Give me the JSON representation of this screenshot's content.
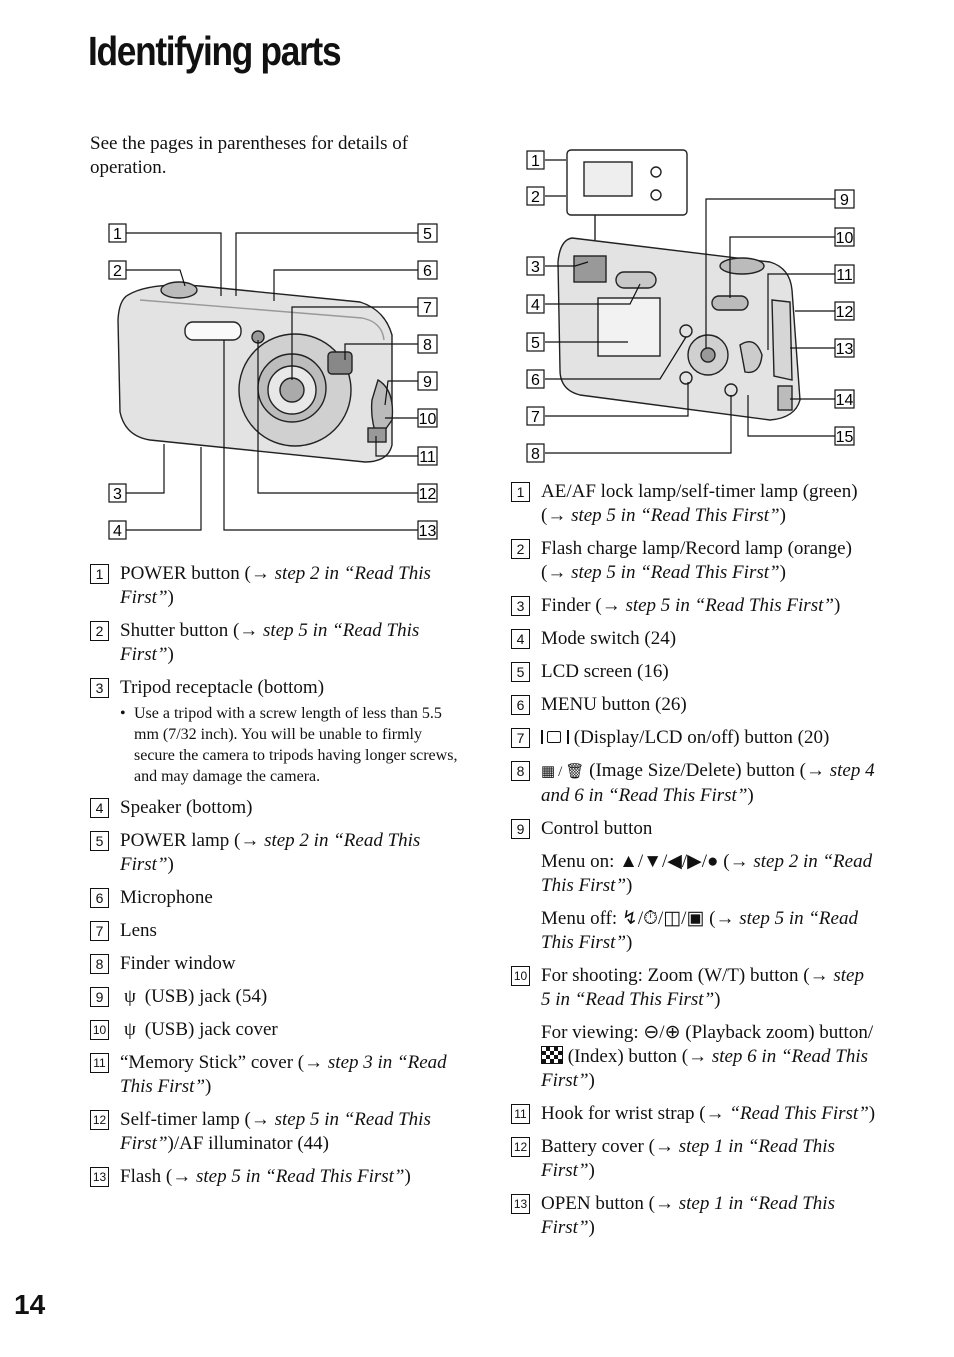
{
  "page": {
    "title": "Identifying parts",
    "intro": "See the pages in parentheses for details of operation.",
    "page_number": "14"
  },
  "figure_front": {
    "callouts": [
      "1",
      "2",
      "3",
      "4",
      "5",
      "6",
      "7",
      "8",
      "9",
      "10",
      "11",
      "12",
      "13"
    ]
  },
  "figure_back": {
    "callouts": [
      "1",
      "2",
      "3",
      "4",
      "5",
      "6",
      "7",
      "8",
      "9",
      "10",
      "11",
      "12",
      "13",
      "14",
      "15"
    ]
  },
  "front_parts": [
    {
      "n": "1",
      "label": "POWER button (",
      "ref": "step 2 in “Read This First”",
      ")": ")"
    },
    {
      "n": "2",
      "label": "Shutter button (",
      "ref": "step 5 in “Read This First”",
      ")": ")"
    },
    {
      "n": "3",
      "label": "Tripod receptacle (bottom)",
      "bullet": "Use a tripod with a screw length of less than 5.5 mm (7/32 inch). You will be unable to firmly secure the camera to tripods having longer screws, and may damage the camera."
    },
    {
      "n": "4",
      "label": "Speaker (bottom)"
    },
    {
      "n": "5",
      "label": "POWER lamp (",
      "ref": "step 2 in “Read This First”",
      ")": ")"
    },
    {
      "n": "6",
      "label": "Microphone"
    },
    {
      "n": "7",
      "label": "Lens"
    },
    {
      "n": "8",
      "label": "Finder window"
    },
    {
      "n": "9",
      "label": "(USB) jack (54)",
      "icon": "usb-icon"
    },
    {
      "n": "10",
      "label": "(USB) jack cover",
      "icon": "usb-icon"
    },
    {
      "n": "11",
      "label": "“Memory Stick” cover (",
      "ref": "step 3 in “Read This First”",
      ")": ")"
    },
    {
      "n": "12",
      "label": "Self-timer lamp (",
      "ref": "step 5 in “Read This First”",
      ")": ")/AF illuminator (44)"
    },
    {
      "n": "13",
      "label": "Flash (",
      "ref": "step 5 in “Read This First”",
      ")": ")"
    }
  ],
  "back_parts": [
    {
      "n": "1",
      "label": "AE/AF lock lamp/self-timer lamp (green) (",
      "ref": "step 5 in “Read This First”",
      ")": ")"
    },
    {
      "n": "2",
      "label": "Flash charge lamp/Record lamp (orange) (",
      "ref": "step 5 in “Read This First”",
      ")": ")"
    },
    {
      "n": "3",
      "label": "Finder (",
      "ref": "step 5 in “Read This First”",
      ")": ")"
    },
    {
      "n": "4",
      "label": "Mode switch (24)"
    },
    {
      "n": "5",
      "label": "LCD screen (16)"
    },
    {
      "n": "6",
      "label": "MENU button (26)"
    },
    {
      "n": "7",
      "label": "(Display/LCD on/off) button (20)",
      "icon": "display-icon"
    },
    {
      "n": "8",
      "label": "(Image Size/Delete) button (",
      "ref": "step 4 and 6 in “Read This First”",
      ")": ")",
      "icon": "image-size-delete-icon"
    },
    {
      "n": "9",
      "label": "Control button",
      "sub1_pre": "Menu on: ▲/▼/◀/▶/● (",
      "sub1_ref": "step 2 in “Read This First”",
      "sub1_post": ")",
      "sub2_pre": "Menu off: ",
      "sub2_mid": " (",
      "sub2_ref": "step 5 in “Read This First”",
      "sub2_post": ")"
    },
    {
      "n": "10",
      "label": "For shooting: Zoom (W/T) button (",
      "ref": "step 5 in “Read This First”",
      ")": ")",
      "sub1_pre": "For viewing: ",
      "sub1_mid": " (Playback zoom) button/",
      "sub1_mid2": " (Index) button (",
      "sub1_ref": "step 6 in “Read This First”",
      "sub1_post": ")"
    },
    {
      "n": "11",
      "label": "Hook for wrist strap (",
      "ref": "“Read This First”",
      ")": ")"
    },
    {
      "n": "12",
      "label": "Battery cover (",
      "ref": "step 1 in “Read This First”",
      ")": ")"
    },
    {
      "n": "13",
      "label": "OPEN button (",
      "ref": "step 1 in “Read This First”",
      ")": ")"
    }
  ],
  "arrow": "→"
}
